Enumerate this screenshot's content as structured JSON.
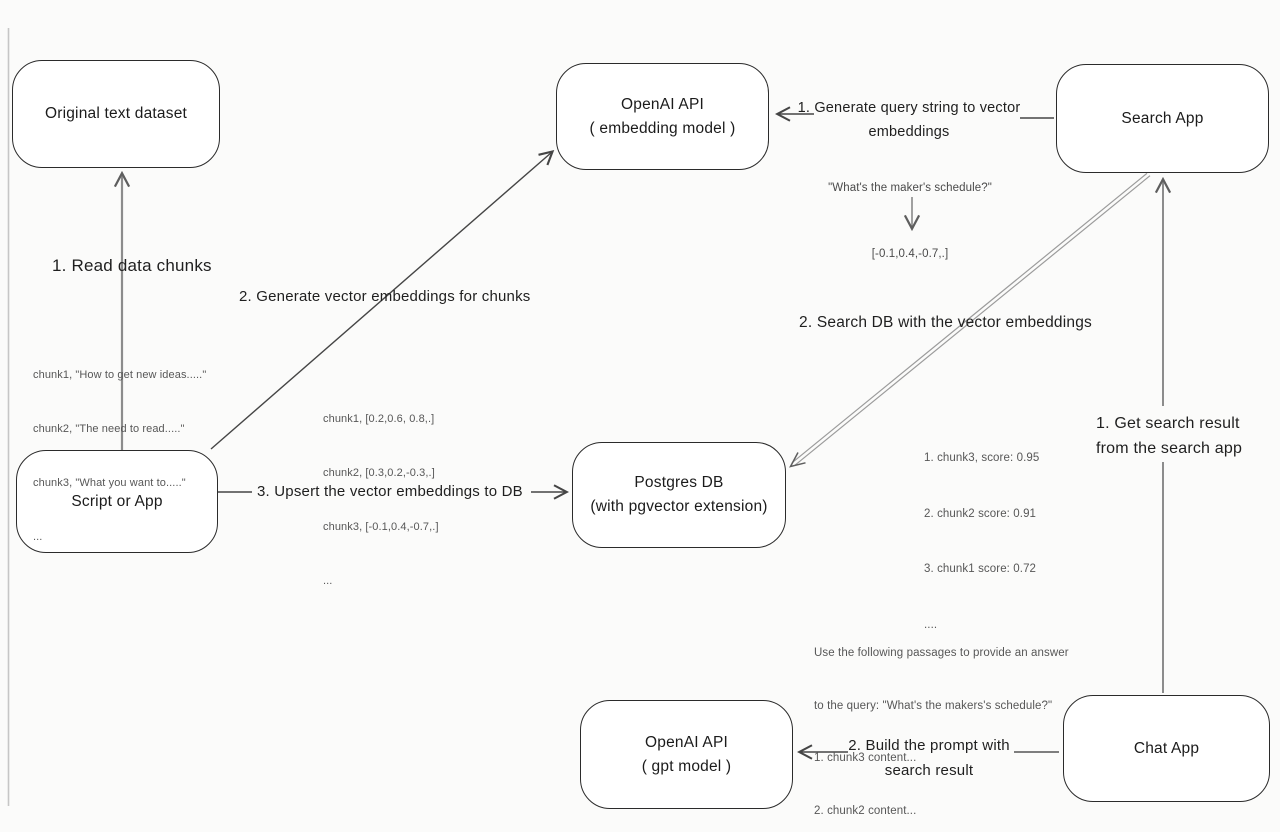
{
  "boxes": {
    "original_dataset": {
      "label": "Original text dataset"
    },
    "openai_embedding": {
      "line1": "OpenAI API",
      "line2": "( embedding model )"
    },
    "search_app": {
      "label": "Search App"
    },
    "script_app": {
      "label": "Script or App"
    },
    "postgres_db": {
      "line1": "Postgres DB",
      "line2": "(with pgvector extension)"
    },
    "openai_gpt": {
      "line1": "OpenAI API",
      "line2": "( gpt model )"
    },
    "chat_app": {
      "label": "Chat App"
    }
  },
  "labels": {
    "read_chunks": "1. Read data chunks",
    "generate_embeddings": "2. Generate vector embeddings for chunks",
    "upsert": "3. Upsert the vector embeddings  to DB",
    "query_to_vector": "1. Generate query string to vector embeddings",
    "search_db": "2. Search DB with the vector embeddings",
    "get_result_line1": "1. Get search result",
    "get_result_line2": "from the search app",
    "build_prompt_line1": "2. Build the prompt with",
    "build_prompt_line2": "search result"
  },
  "annotations": {
    "chunks": [
      "chunk1, \"How to get new ideas.....\"",
      "chunk2, \"The need to read.....\"",
      "chunk3, \"What you want to.....\"",
      "..."
    ],
    "vectors": [
      "chunk1, [0.2,0.6, 0.8,.]",
      "chunk2, [0.3,0.2,-0.3,.]",
      "chunk3, [-0.1,0.4,-0.7,.]",
      "..."
    ],
    "query": "\"What's the maker's schedule?\"",
    "query_vector": "[-0.1,0.4,-0.7,.]",
    "scores": [
      "1. chunk3, score: 0.95",
      "2. chunk2 score: 0.91",
      "3. chunk1 score: 0.72",
      "...."
    ],
    "prompt": [
      "Use the following passages to provide an answer",
      "to the query: \"What's the makers's schedule?\"",
      "1. chunk3 content...",
      "2. chunk2 content..."
    ]
  },
  "colors": {
    "box_stroke": "#2b2b2b",
    "arrow_dark": "#454545",
    "arrow_gray": "#8c8c8c",
    "annotation": "#575757",
    "background": "#fbfbfa"
  }
}
